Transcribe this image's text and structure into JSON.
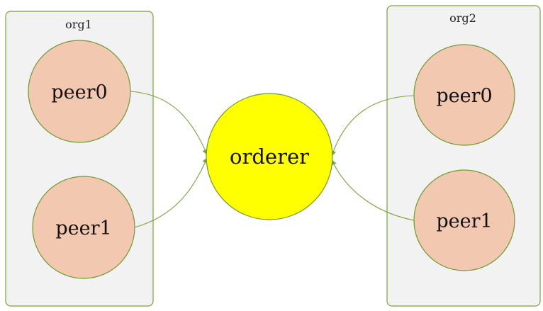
{
  "colors": {
    "org_fill": "#f2f2f2",
    "org_border": "#7aa33a",
    "peer_fill": "#f2c9b0",
    "orderer_fill": "#ffff00",
    "edge": "#7aa33a"
  },
  "orgs": [
    {
      "label": "org1",
      "peers": [
        {
          "label": "peer0"
        },
        {
          "label": "peer1"
        }
      ]
    },
    {
      "label": "org2",
      "peers": [
        {
          "label": "peer0"
        },
        {
          "label": "peer1"
        }
      ]
    }
  ],
  "orderer": {
    "label": "orderer"
  },
  "edges": [
    {
      "from": "org1.peer0",
      "to": "orderer"
    },
    {
      "from": "org1.peer1",
      "to": "orderer"
    },
    {
      "from": "org2.peer0",
      "to": "orderer"
    },
    {
      "from": "org2.peer1",
      "to": "orderer"
    }
  ]
}
